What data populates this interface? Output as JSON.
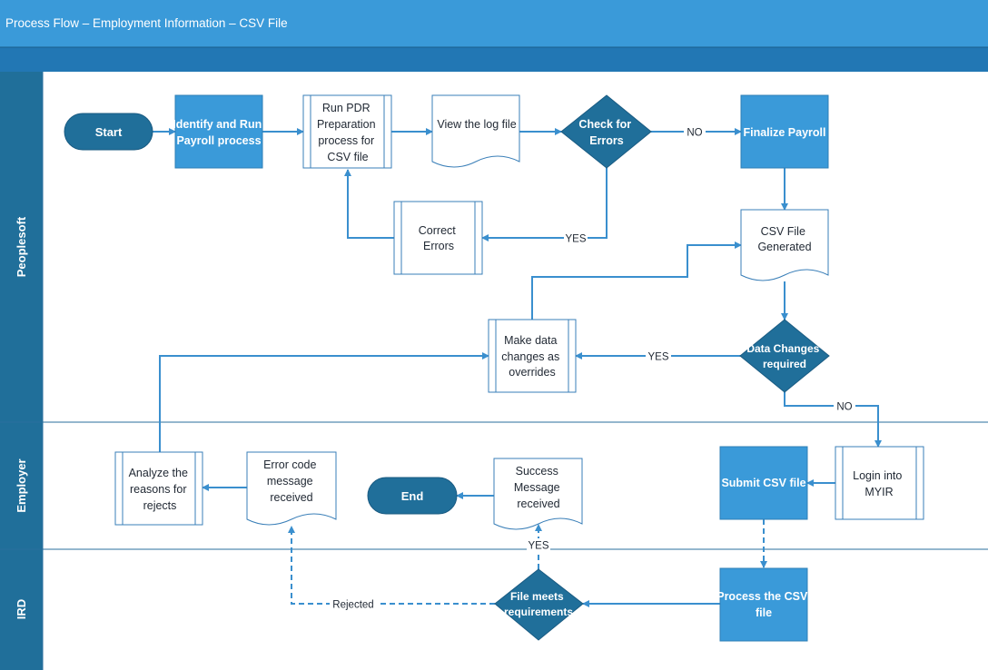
{
  "title": "Process Flow – Employment Information – CSV File",
  "lanes": {
    "peoplesoft": "Peoplesoft",
    "employer": "Employer",
    "ird": "IRD"
  },
  "nodes": {
    "start": "Start",
    "identify": [
      "Identify and Run",
      "Payroll process"
    ],
    "run_pdr": [
      "Run PDR",
      "Preparation",
      "process for",
      "CSV file"
    ],
    "view_log": [
      "View the log file"
    ],
    "check_errors": [
      "Check for",
      "Errors"
    ],
    "finalize": [
      "Finalize Payroll"
    ],
    "correct": [
      "Correct",
      "Errors"
    ],
    "csv_generated": [
      "CSV File",
      "Generated"
    ],
    "data_changes": [
      "Data Changes",
      "required"
    ],
    "make_changes": [
      "Make data",
      "changes as",
      "overrides"
    ],
    "analyze": [
      "Analyze the",
      "reasons for",
      "rejects"
    ],
    "error_code": [
      "Error code",
      "message",
      "received"
    ],
    "end": "End",
    "success": [
      "Success",
      "Message",
      "received"
    ],
    "submit": [
      "Submit CSV file"
    ],
    "login": [
      "Login into",
      "MYIR"
    ],
    "file_meets": [
      "File meets",
      "requirements"
    ],
    "process_csv": [
      "Process the CSV",
      "file"
    ]
  },
  "edge_labels": {
    "no1": "NO",
    "yes1": "YES",
    "yes2": "YES",
    "no2": "NO",
    "yes3": "YES",
    "rejected": "Rejected"
  },
  "colors": {
    "header": "#3a9ad9",
    "subheader": "#2277b4",
    "lane_bg": "#206f9a",
    "node_fill": "#3a9ad9",
    "node_text": "#ffffff",
    "line": "#3a8fce",
    "outline": "#3a7fb8",
    "text_dark": "#222a35"
  }
}
